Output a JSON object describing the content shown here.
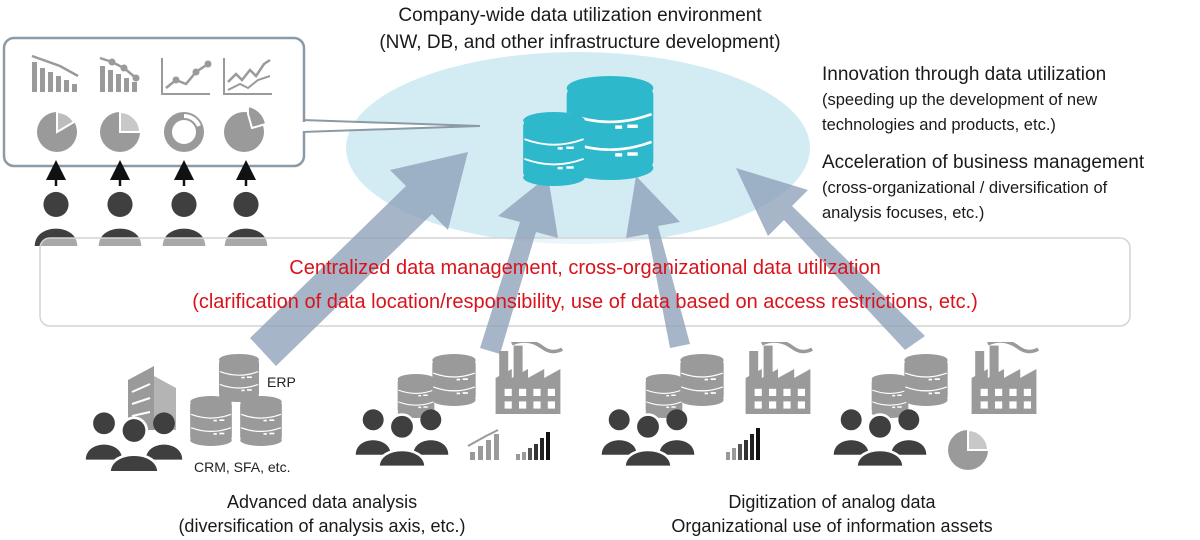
{
  "environment": {
    "title": "Company-wide data utilization environment",
    "subtitle": "(NW, DB, and other infrastructure development)"
  },
  "benefits": [
    {
      "heading": "Innovation through data utilization",
      "detail_lines": [
        "(speeding up the development of new",
        "technologies and products, etc.)"
      ]
    },
    {
      "heading": "Acceleration of business management",
      "detail_lines": [
        "(cross-organizational / diversification of",
        "analysis focuses, etc.)"
      ]
    }
  ],
  "central_band": {
    "line1": "Centralized data management, cross-organizational data utilization",
    "line2": "(clarification of data location/responsibility, use of data based on access restrictions, etc.)"
  },
  "sources": {
    "erp_label": "ERP",
    "crm_label": "CRM, SFA, etc."
  },
  "bottom_left": {
    "line1": "Advanced data analysis",
    "line2": "(diversification of analysis axis, etc.)"
  },
  "bottom_right": {
    "line1": "Digitization of analog data",
    "line2": "Organizational use of information assets"
  },
  "colors": {
    "cloud": "#d3ecf4",
    "database_accent": "#2eb8cc",
    "arrow": "#8ea0b8",
    "highlight_text": "#d9121b",
    "icon_gray": "#9a9a9a",
    "person_dark": "#3f3f3f"
  },
  "icons": {
    "dashboard_charts": [
      "bar-chart-down-icon",
      "bar-chart-down-icon",
      "line-chart-up-icon",
      "line-chart-up-icon",
      "pie-chart-icon",
      "pie-chart-icon",
      "donut-chart-icon",
      "pie-chart-icon"
    ],
    "users": [
      "person-icon",
      "person-icon",
      "person-icon",
      "person-icon"
    ],
    "source_groups": [
      "people-icon",
      "database-icon",
      "factory-icon",
      "building-icon",
      "bar-chart-icon"
    ]
  }
}
